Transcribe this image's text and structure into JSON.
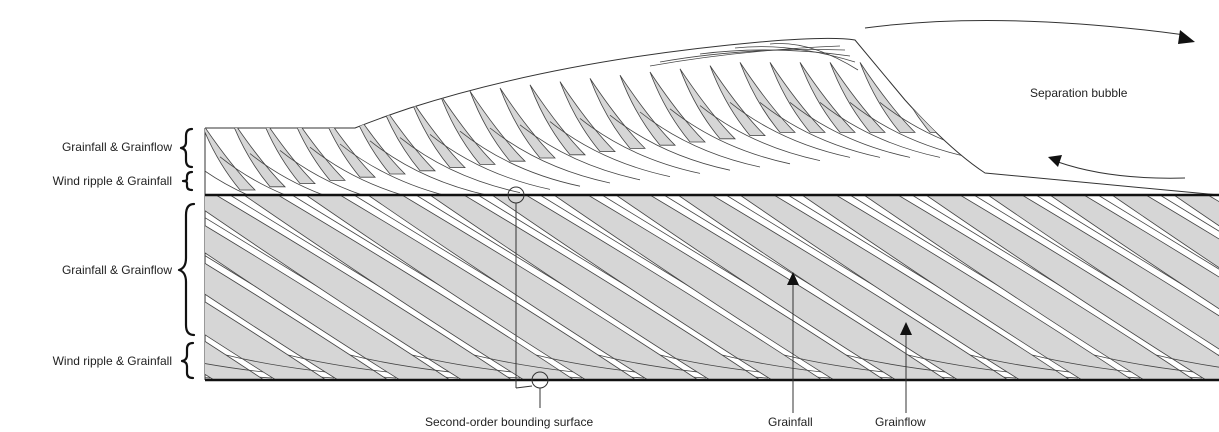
{
  "labels": {
    "upper_grainfall_grainflow": "Grainfall & Grainflow",
    "upper_wind_ripple": "Wind ripple & Grainfall",
    "lower_grainfall_grainflow": "Grainfall & Grainflow",
    "lower_wind_ripple": "Wind ripple & Grainfall",
    "separation_bubble": "Separation bubble",
    "second_order_surface": "Second-order bounding surface",
    "grainfall": "Grainfall",
    "grainflow": "Grainflow"
  },
  "colors": {
    "strata_fill": "#d6d6d6",
    "line": "#333333",
    "boundary": "#111111"
  }
}
